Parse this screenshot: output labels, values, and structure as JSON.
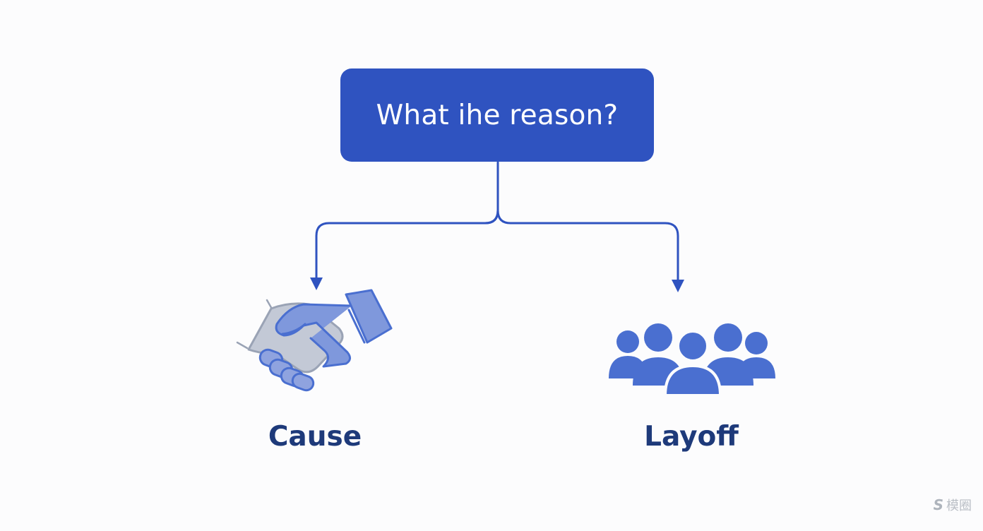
{
  "question": {
    "text": "What ihe reason?"
  },
  "branches": [
    {
      "label": "Cause",
      "icon": "handshake-icon"
    },
    {
      "label": "Layoff",
      "icon": "group-people-icon"
    }
  ],
  "watermark": {
    "mark": "S",
    "text": "模圈"
  },
  "colors": {
    "primary": "#2f53c0",
    "label": "#1e3a7a",
    "icon_fill": "#4a6fd0",
    "icon_light": "#7f98dc",
    "icon_grey": "#c3c9d6",
    "background": "#fcfcfd"
  }
}
